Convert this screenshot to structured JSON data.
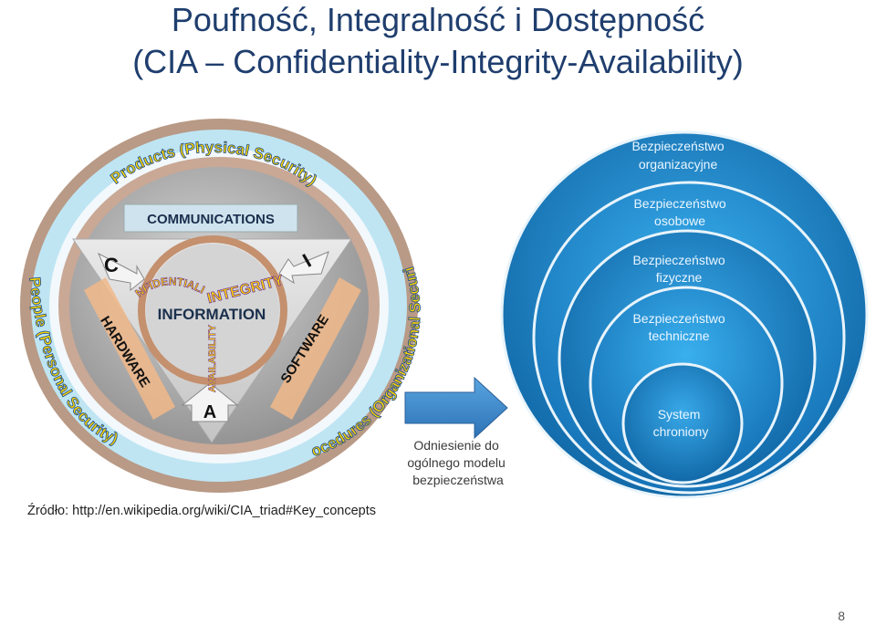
{
  "slide": {
    "title_line1": "Poufność, Integralność i Dostępność",
    "title_line2": "(CIA – Confidentiality-Integrity-Availability)",
    "source": "Źródło: http://en.wikipedia.org/wiki/CIA_triad#Key_concepts",
    "page_number": "8"
  },
  "cia": {
    "products": "Products (Physical Security)",
    "people": "People (Personal Security)",
    "procedures": "Procedures (Organizational Security)",
    "communications": "COMMUNICATIONS",
    "information": "INFORMATION",
    "hardware": "HARDWARE",
    "software": "SOFTWARE",
    "letter_c": "C",
    "letter_i": "I",
    "letter_a": "A",
    "confidentiality": "CONFIDENTIALITY",
    "integrity": "INTEGRITY",
    "availability": "AVAILABILITY"
  },
  "arrow_label": [
    "Odniesienie do",
    "ogólnego modelu",
    "bezpieczeństwa"
  ],
  "layers": [
    {
      "line1": "Bezpieczeństwo",
      "line2": "organizacyjne"
    },
    {
      "line1": "Bezpieczeństwo",
      "line2": "osobowe"
    },
    {
      "line1": "Bezpieczeństwo",
      "line2": "fizyczne"
    },
    {
      "line1": "Bezpieczeństwo",
      "line2": "techniczne"
    },
    {
      "line1": "System",
      "line2": "chroniony"
    }
  ],
  "colors": {
    "title": "#1f3e6e",
    "outer_ring": "#b89a86",
    "light_blue": "#bfe5f3",
    "blue": "#1f7fc4",
    "yellow_text": "#ffd500",
    "purple_text": "#6a2f9c"
  }
}
